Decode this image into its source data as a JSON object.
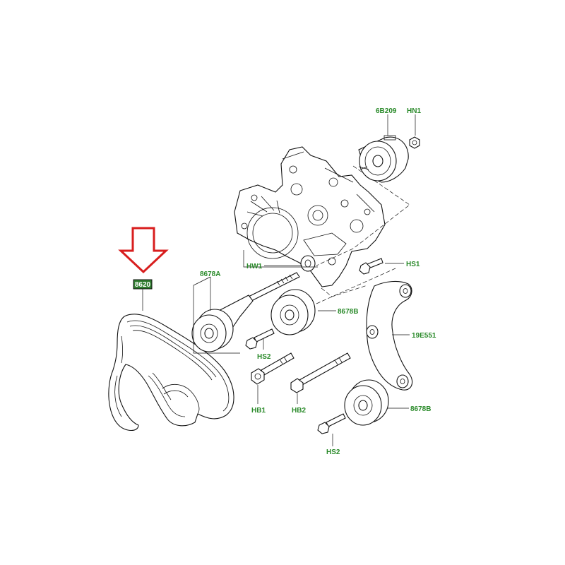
{
  "colors": {
    "label": "#2a8a2a",
    "highlight_box": "#2f7d2f",
    "highlight_text": "#ffffff",
    "arrow": "#d81e1e",
    "line": "#111111"
  },
  "labels": {
    "p6B209": "6B209",
    "hn1": "HN1",
    "hs1": "HS1",
    "hw1": "HW1",
    "p8678A": "8678A",
    "p8678B_upper": "8678B",
    "p19E551": "19E551",
    "hs2_upper": "HS2",
    "hb1": "HB1",
    "hb2": "HB2",
    "p8678B_lower": "8678B",
    "hs2_lower": "HS2"
  },
  "highlight": {
    "part_number": "8620",
    "arrow_icon": "down-arrow-icon"
  }
}
